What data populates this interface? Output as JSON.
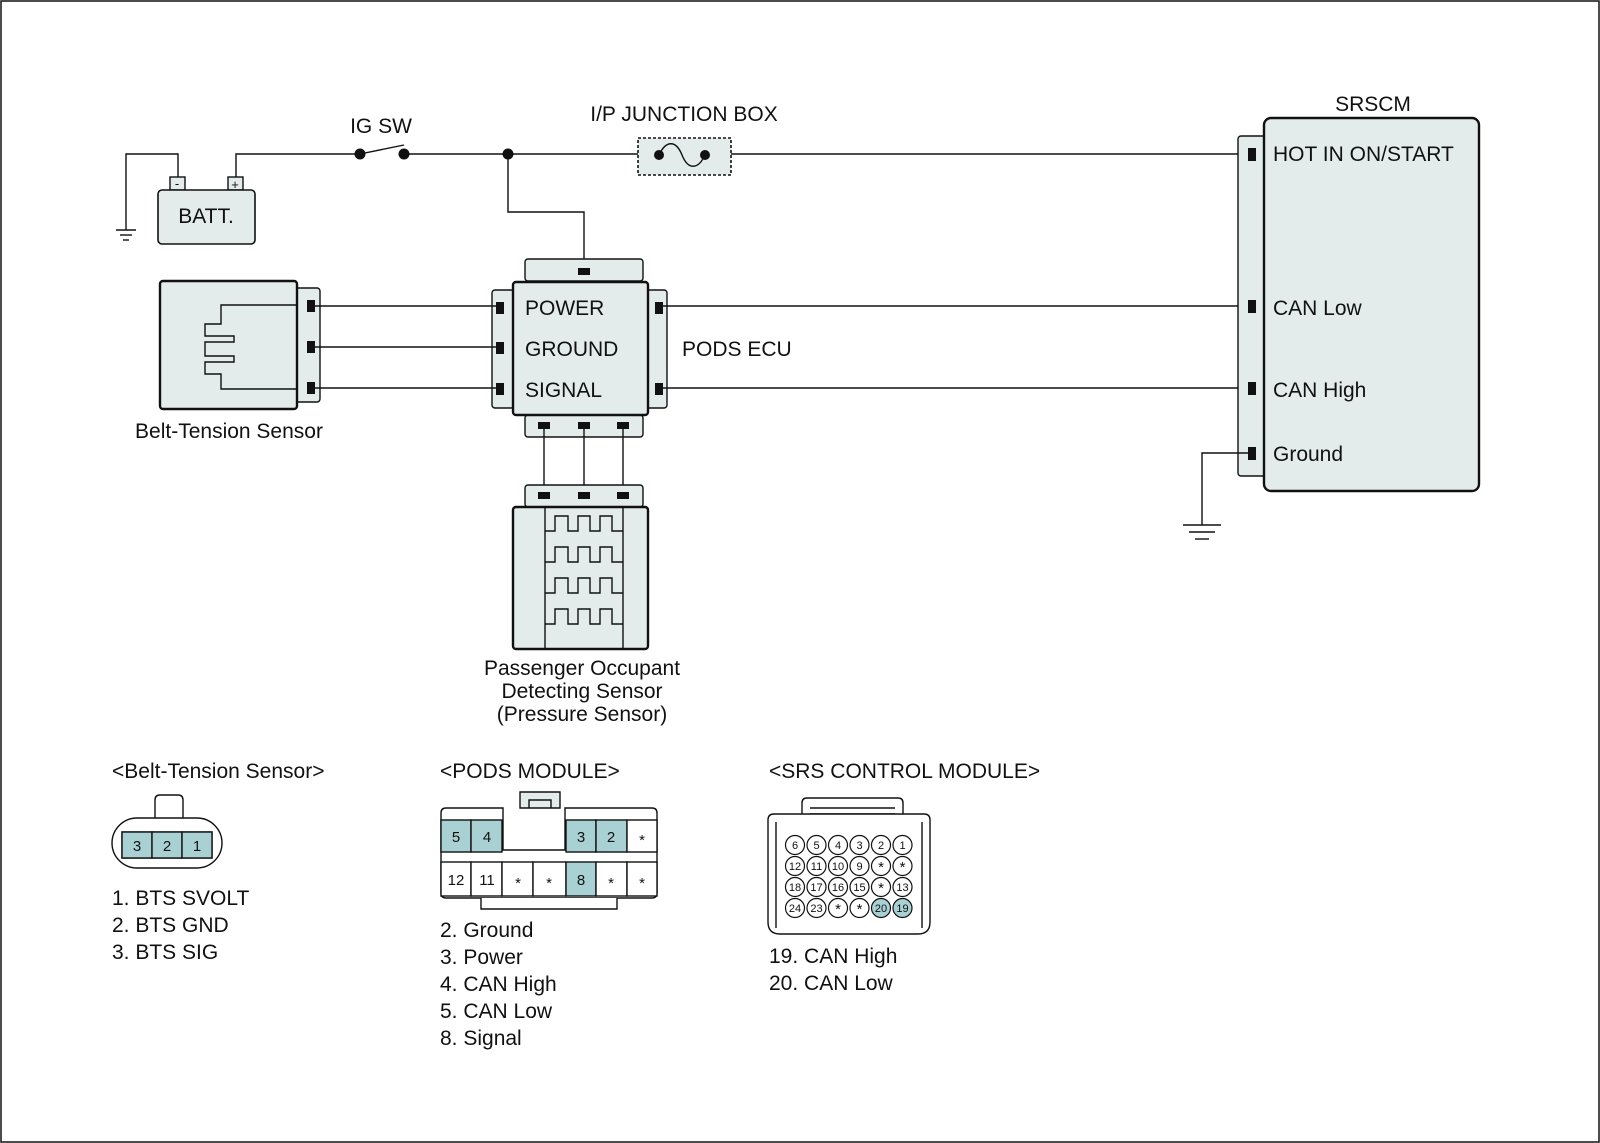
{
  "colors": {
    "component_fill": "#e3eceb",
    "pin_highlight": "#a9d1d4",
    "line": "#111111"
  },
  "labels": {
    "ig_sw": "IG SW",
    "junction_box": "I/P JUNCTION BOX",
    "srscm": "SRSCM",
    "batt": "BATT.",
    "batt_minus": "-",
    "batt_plus": "+",
    "pods_ecu": "PODS ECU",
    "belt_sensor": "Belt-Tension Sensor",
    "pods_sensor": [
      "Passenger Occupant",
      "Detecting Sensor",
      "(Pressure Sensor)"
    ]
  },
  "pods_ecu_pins": [
    "POWER",
    "GROUND",
    "SIGNAL"
  ],
  "srscm_pins": [
    "HOT IN ON/START",
    "CAN Low",
    "CAN High",
    "Ground"
  ],
  "connectors": {
    "belt": {
      "title": "<Belt-Tension Sensor>",
      "cavities": [
        "3",
        "2",
        "1"
      ],
      "legend": [
        "1. BTS SVOLT",
        "2. BTS GND",
        "3. BTS SIG"
      ]
    },
    "pods": {
      "title": "<PODS MODULE>",
      "top_left": [
        "5",
        "4"
      ],
      "top_right": [
        "3",
        "2",
        "*"
      ],
      "bottom": [
        "12",
        "11",
        "*",
        "*",
        "8",
        "*",
        "*"
      ],
      "legend": [
        "2. Ground",
        "3. Power",
        "4. CAN High",
        "5. CAN Low",
        "8. Signal"
      ]
    },
    "srs": {
      "title": "<SRS CONTROL MODULE>",
      "rows": [
        [
          "6",
          "5",
          "4",
          "3",
          "2",
          "1"
        ],
        [
          "12",
          "11",
          "10",
          "9",
          "*",
          "*"
        ],
        [
          "18",
          "17",
          "16",
          "15",
          "*",
          "13"
        ],
        [
          "24",
          "23",
          "*",
          "*",
          "20",
          "19"
        ]
      ],
      "legend": [
        "19. CAN High",
        "20. CAN Low"
      ]
    }
  }
}
